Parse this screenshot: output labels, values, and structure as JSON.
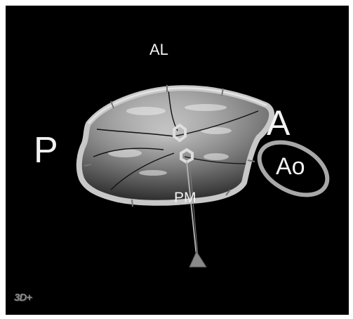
{
  "viewer": {
    "background_color": "#000000",
    "labels": {
      "anterolateral": "AL",
      "posterior": "P",
      "anterior": "A",
      "aorta": "Ao",
      "posteromedial": "PM"
    },
    "logo_text": "3D+"
  },
  "model": {
    "description_icon": "mitral-valve-3d-model",
    "annulus_color": "#bdbdbd",
    "leaflet_color": "#8c8c8c"
  }
}
